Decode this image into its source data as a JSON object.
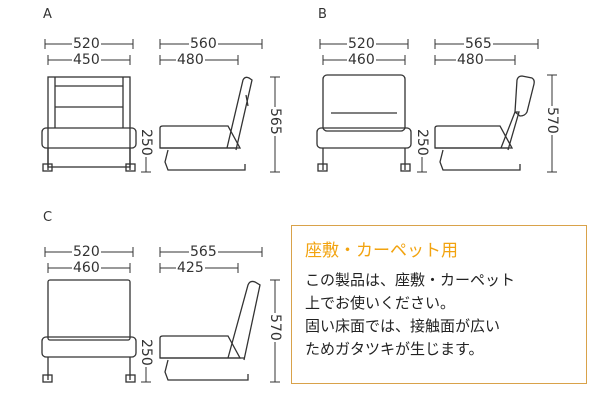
{
  "variants": [
    {
      "id": "A",
      "front_width": "520",
      "front_inner": "450",
      "side_depth": "560",
      "side_inner": "480",
      "seat_height": "250",
      "total_height": "565"
    },
    {
      "id": "B",
      "front_width": "520",
      "front_inner": "460",
      "side_depth": "565",
      "side_inner": "480",
      "seat_height": "250",
      "total_height": "570"
    },
    {
      "id": "C",
      "front_width": "520",
      "front_inner": "460",
      "side_depth": "565",
      "side_inner": "425",
      "seat_height": "250",
      "total_height": "570"
    }
  ],
  "note": {
    "title": "座敷・カーペット用",
    "lines": [
      "この製品は、座敷・カーペット",
      "上でお使いください。",
      "固い床面では、接触面が広い",
      "ためガタツキが生じます。"
    ]
  },
  "colors": {
    "accent": "#f2a30f",
    "note_border": "#d9a24a",
    "line": "#333333"
  }
}
